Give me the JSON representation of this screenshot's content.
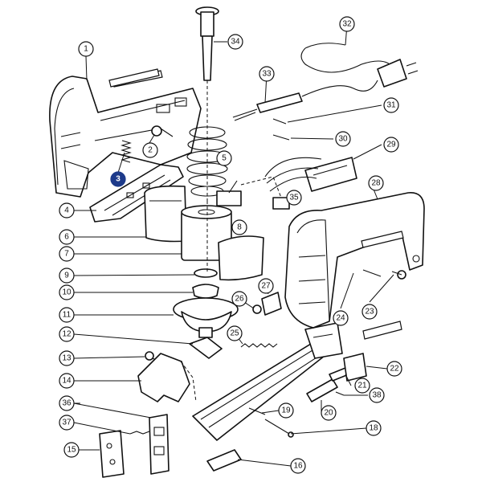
{
  "diagram": {
    "type": "exploded-parts-view",
    "highlight_color": "#1d3a8a",
    "highlighted_part": "3",
    "callouts": [
      {
        "id": "p1",
        "label": "1"
      },
      {
        "id": "p2",
        "label": "2"
      },
      {
        "id": "p3",
        "label": "3"
      },
      {
        "id": "p4",
        "label": "4"
      },
      {
        "id": "p5",
        "label": "5"
      },
      {
        "id": "p6",
        "label": "6"
      },
      {
        "id": "p7",
        "label": "7"
      },
      {
        "id": "p8",
        "label": "8"
      },
      {
        "id": "p9",
        "label": "9"
      },
      {
        "id": "p10",
        "label": "10"
      },
      {
        "id": "p11",
        "label": "11"
      },
      {
        "id": "p12",
        "label": "12"
      },
      {
        "id": "p13",
        "label": "13"
      },
      {
        "id": "p14",
        "label": "14"
      },
      {
        "id": "p15",
        "label": "15"
      },
      {
        "id": "p16",
        "label": "16"
      },
      {
        "id": "p18",
        "label": "18"
      },
      {
        "id": "p19",
        "label": "19"
      },
      {
        "id": "p20",
        "label": "20"
      },
      {
        "id": "p21",
        "label": "21"
      },
      {
        "id": "p22",
        "label": "22"
      },
      {
        "id": "p23",
        "label": "23"
      },
      {
        "id": "p24",
        "label": "24"
      },
      {
        "id": "p25",
        "label": "25"
      },
      {
        "id": "p26",
        "label": "26"
      },
      {
        "id": "p27",
        "label": "27"
      },
      {
        "id": "p28",
        "label": "28"
      },
      {
        "id": "p29",
        "label": "29"
      },
      {
        "id": "p30",
        "label": "30"
      },
      {
        "id": "p31",
        "label": "31"
      },
      {
        "id": "p32",
        "label": "32"
      },
      {
        "id": "p33",
        "label": "33"
      },
      {
        "id": "p34",
        "label": "34"
      },
      {
        "id": "p35",
        "label": "35"
      },
      {
        "id": "p36",
        "label": "36"
      },
      {
        "id": "p37",
        "label": "37"
      },
      {
        "id": "p38",
        "label": "38"
      }
    ]
  }
}
